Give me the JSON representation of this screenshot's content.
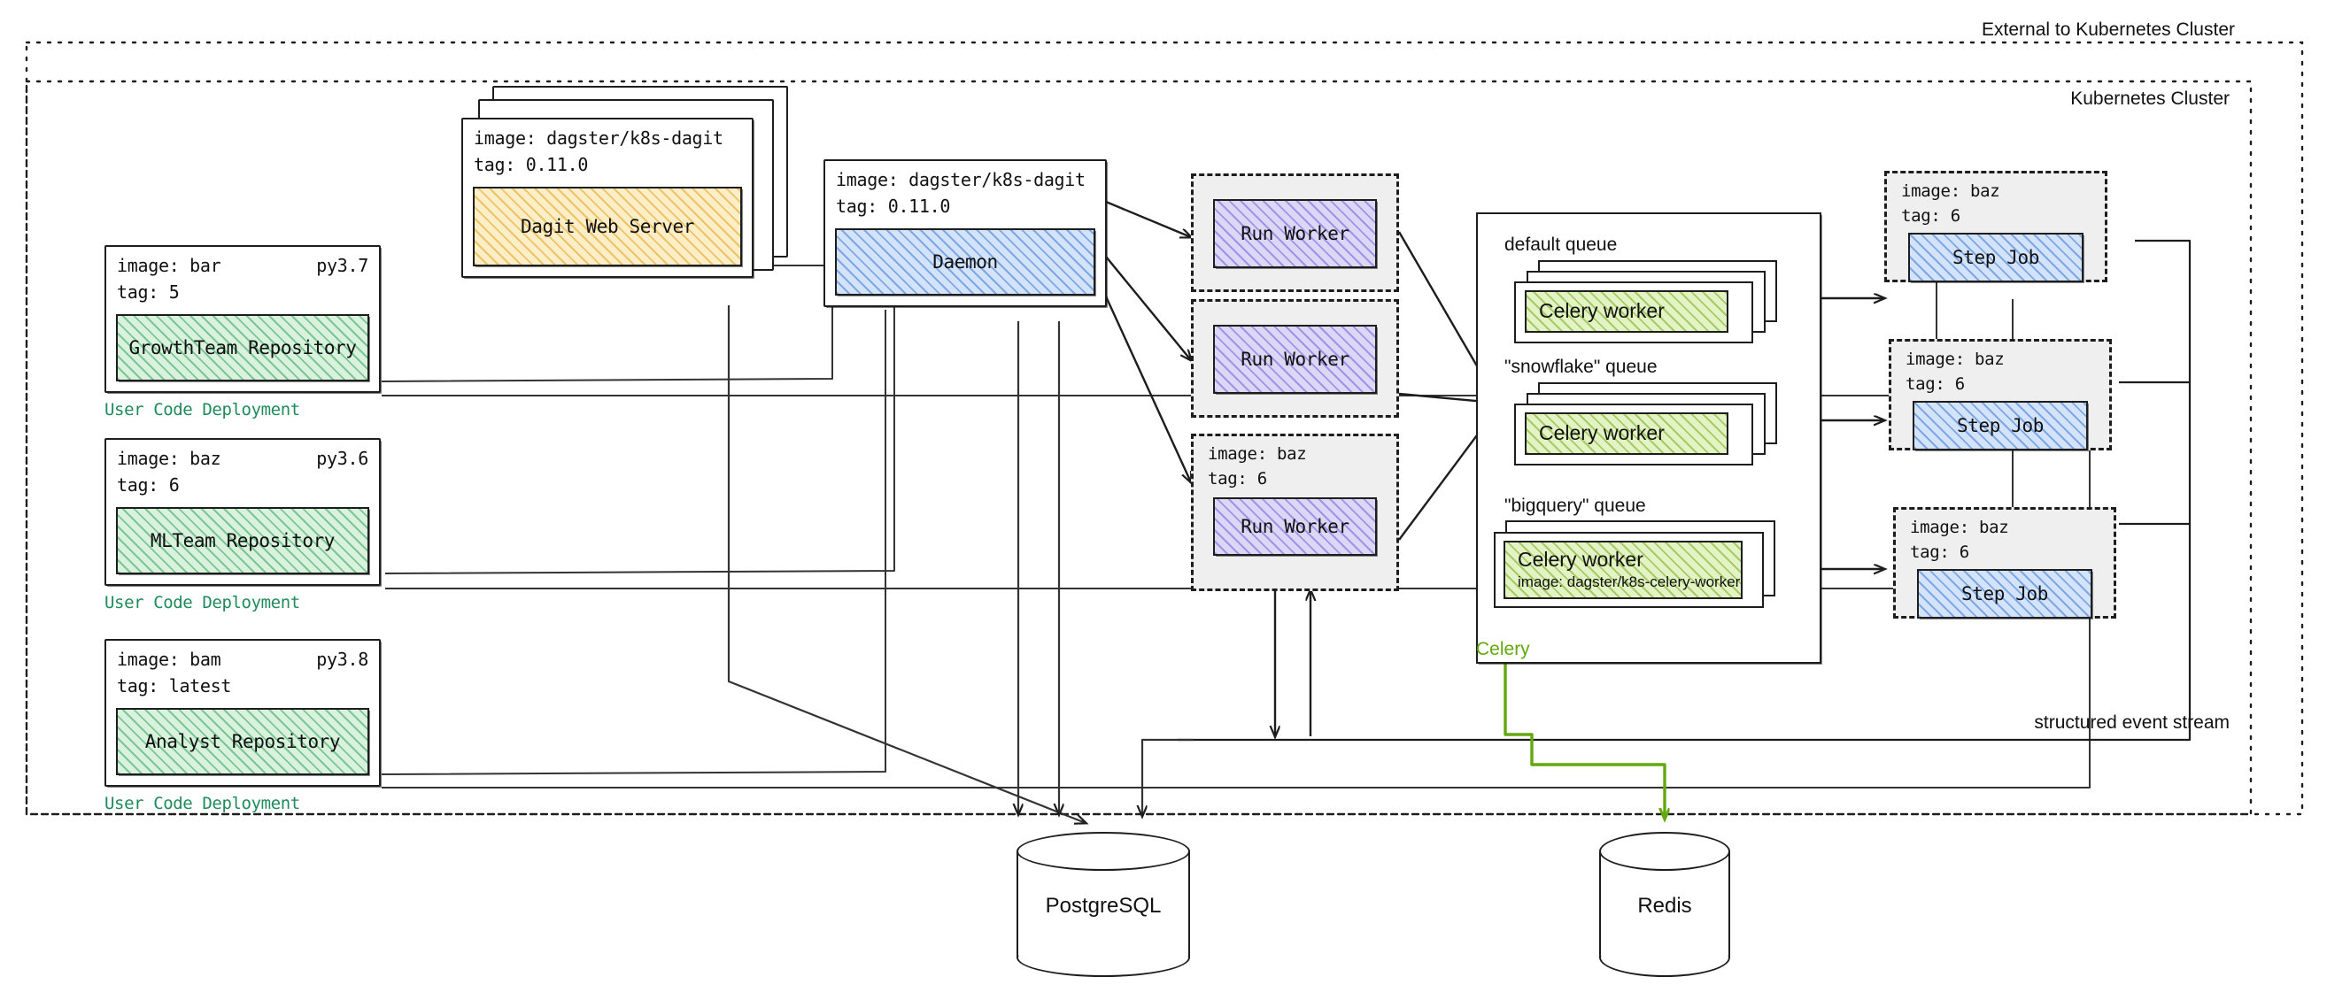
{
  "regions": {
    "external_label": "External to Kubernetes Cluster",
    "cluster_label": "Kubernetes Cluster",
    "event_stream_label": "structured event stream"
  },
  "user_code_deployments": [
    {
      "image": "image: bar",
      "py": "py3.7",
      "tag": "tag: 5",
      "repo": "GrowthTeam Repository",
      "label": "User Code Deployment"
    },
    {
      "image": "image: baz",
      "py": "py3.6",
      "tag": "tag: 6",
      "repo": "MLTeam Repository",
      "label": "User Code Deployment"
    },
    {
      "image": "image: bam",
      "py": "py3.8",
      "tag": "tag: latest",
      "repo": "Analyst Repository",
      "label": "User Code Deployment"
    }
  ],
  "dagit": {
    "image": "image: dagster/k8s-dagit",
    "tag": "tag: 0.11.0",
    "title": "Dagit Web Server",
    "replicas": 3
  },
  "daemon": {
    "image": "image: dagster/k8s-dagit",
    "tag": "tag: 0.11.0",
    "title": "Daemon"
  },
  "run_workers": [
    {
      "title": "Run Worker",
      "image": "",
      "tag": ""
    },
    {
      "title": "Run Worker",
      "image": "",
      "tag": ""
    },
    {
      "title": "Run Worker",
      "image": "image: baz",
      "tag": "tag: 6"
    }
  ],
  "celery": {
    "tag_label": "Celery",
    "queues": [
      {
        "label": "default queue",
        "worker": "Celery worker",
        "sub": "",
        "replicas": 3
      },
      {
        "label": "\"snowflake\" queue",
        "worker": "Celery worker",
        "sub": "",
        "replicas": 3
      },
      {
        "label": "\"bigquery\" queue",
        "worker": "Celery worker",
        "sub": "image: dagster/k8s-celery-worker",
        "replicas": 2
      }
    ]
  },
  "step_jobs": [
    {
      "image": "image: baz",
      "tag": "tag: 6",
      "title": "Step Job"
    },
    {
      "image": "image: baz",
      "tag": "tag: 6",
      "title": "Step Job"
    },
    {
      "image": "image: baz",
      "tag": "tag: 6",
      "title": "Step Job"
    }
  ],
  "databases": [
    {
      "name": "PostgreSQL"
    },
    {
      "name": "Redis"
    }
  ],
  "colors": {
    "stroke": "#1d1d1d",
    "deployment_green": "#1f8a5a",
    "celery_green": "#63a80f",
    "repo_fill": "#d9f2de",
    "dagit_fill": "#fdeec8",
    "daemon_fill": "#d3e3fb",
    "run_worker_fill": "#dcd7f7",
    "step_job_fill": "#d3e3fb",
    "celery_worker_fill": "#e3f3c4",
    "dash_panel_fill": "#efefef"
  }
}
